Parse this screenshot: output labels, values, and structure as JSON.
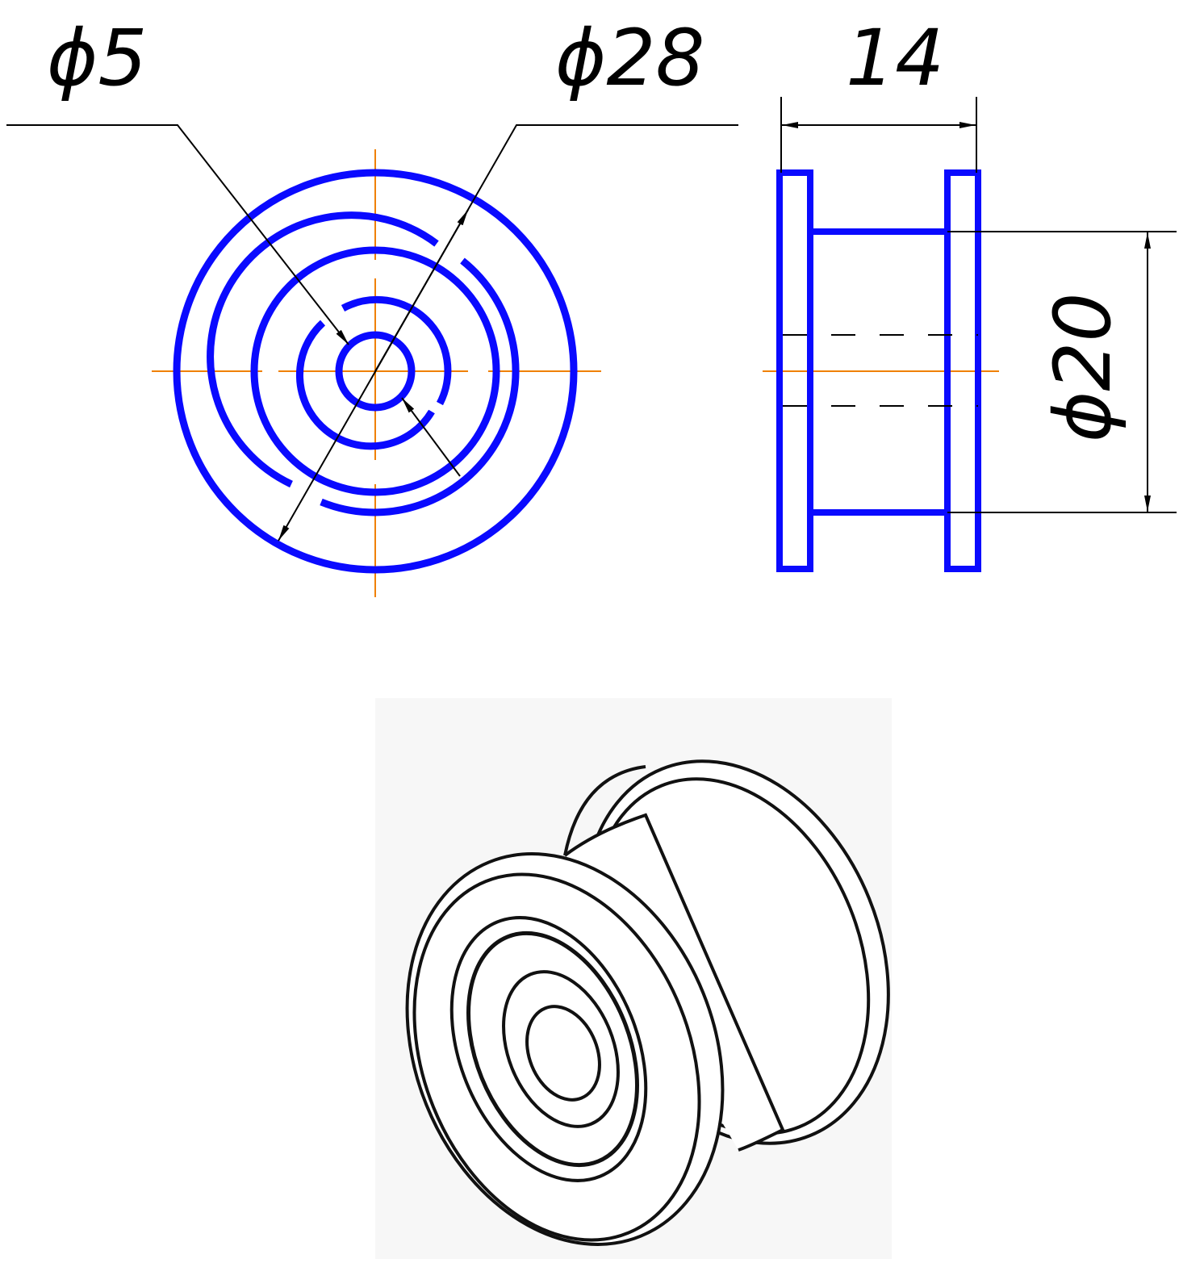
{
  "front_view": {
    "dimension_bore": "ϕ5",
    "dimension_outer": "ϕ28"
  },
  "side_view": {
    "dimension_width": "14",
    "dimension_hub": "ϕ20"
  },
  "isometric_view": {},
  "colors": {
    "outline": "#0a0aff",
    "centerline": "#f08000",
    "dimension": "#000000"
  }
}
